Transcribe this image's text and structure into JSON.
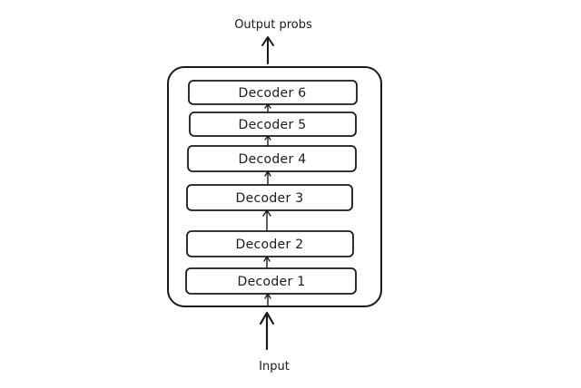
{
  "output_label": "Output probs",
  "input_label": "Input",
  "decoders": [
    "Decoder 6",
    "Decoder 5",
    "Decoder 4",
    "Decoder 3",
    "Decoder 2",
    "Decoder 1"
  ]
}
